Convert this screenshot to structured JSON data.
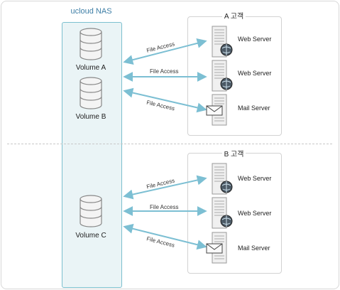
{
  "nas": {
    "title": "ucloud NAS"
  },
  "volumes": [
    {
      "label": "Volume A"
    },
    {
      "label": "Volume B"
    },
    {
      "label": "Volume C"
    }
  ],
  "groups": [
    {
      "title": "A 고객",
      "servers": [
        {
          "label": "Web Server",
          "icon": "web-server-icon"
        },
        {
          "label": "Web Server",
          "icon": "web-server-icon"
        },
        {
          "label": "Mail Server",
          "icon": "mail-server-icon"
        }
      ]
    },
    {
      "title": "B 고객",
      "servers": [
        {
          "label": "Web Server",
          "icon": "web-server-icon"
        },
        {
          "label": "Web Server",
          "icon": "web-server-icon"
        },
        {
          "label": "Mail Server",
          "icon": "mail-server-icon"
        }
      ]
    }
  ],
  "connections": [
    {
      "label": "File Access"
    },
    {
      "label": "File Access"
    },
    {
      "label": "File Access"
    },
    {
      "label": "File Access"
    },
    {
      "label": "File Access"
    },
    {
      "label": "File Access"
    }
  ],
  "colors": {
    "arrow": "#7cbfd3",
    "nas_border": "#7cc0cf",
    "nas_fill": "#eaf4f6",
    "title": "#3d7ea6"
  }
}
